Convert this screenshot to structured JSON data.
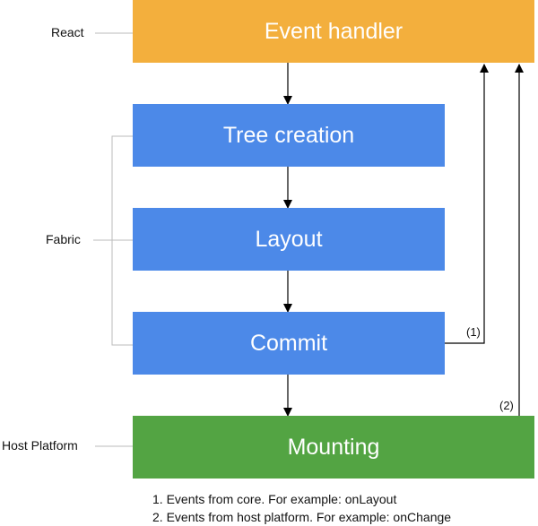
{
  "layers": {
    "react": "React",
    "fabric": "Fabric",
    "host_platform": "Host Platform"
  },
  "nodes": {
    "event_handler": "Event handler",
    "tree_creation": "Tree creation",
    "layout": "Layout",
    "commit": "Commit",
    "mounting": "Mounting"
  },
  "edge_labels": {
    "from_core": "(1)",
    "from_host": "(2)"
  },
  "notes": [
    "1. Events from core. For example: onLayout",
    "2. Events from host platform. For example: onChange"
  ],
  "colors": {
    "react_layer": "#f3af3d",
    "fabric_layer": "#4c89e8",
    "host_layer": "#53a443"
  }
}
